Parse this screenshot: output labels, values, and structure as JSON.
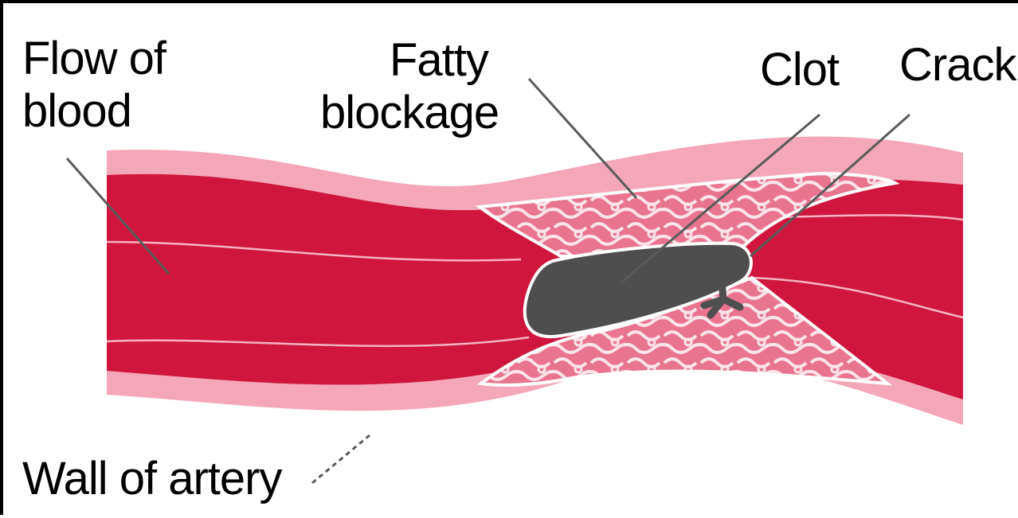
{
  "labels": {
    "flow_line1": "Flow of",
    "flow_line2": "blood",
    "fatty_line1": "Fatty",
    "fatty_line2": "blockage",
    "clot": "Clot",
    "crack": "Crack",
    "wall": "Wall of artery"
  },
  "colors": {
    "blood": "#d0153e",
    "wall": "#f4a7b9",
    "plaque": "#e9748f",
    "clot": "#4e4e4e",
    "border": "#000000"
  }
}
